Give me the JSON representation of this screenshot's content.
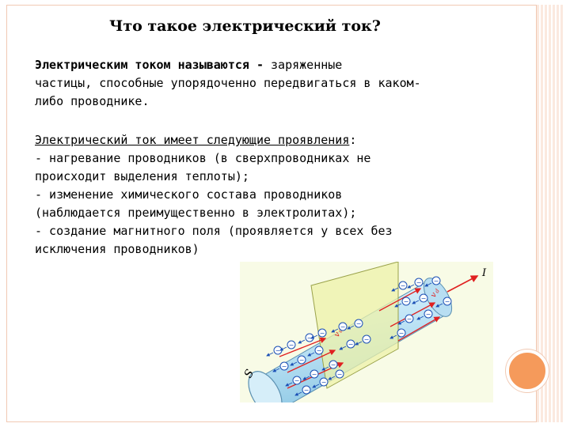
{
  "slide": {
    "title": "Что такое электрический ток?",
    "definition": {
      "term": "Электрическим током называются -",
      "rest_line1": " заряженные",
      "line2": "частицы, способные упорядоченно передвигаться в каком-",
      "line3": "либо проводнике."
    },
    "effects": {
      "intro": "Электрический ток имеет следующие проявления",
      "colon": ":",
      "lines": [
        "- нагревание проводников (в сверхпроводниках не",
        "происходит выделения теплоты);",
        "- изменение химического состава проводников",
        "(наблюдается преимущественно в электролитах);",
        "- создание магнитного поля (проявляется у всех без",
        "исключения проводников)"
      ]
    },
    "figure": {
      "current_label": "I",
      "area_label": "S",
      "velocity_label": "v",
      "velocity_sub": "d",
      "charge_symbol": "−"
    },
    "colors": {
      "accent": "#f59a5b",
      "frame": "#f1c9b3",
      "plane": "#eef2a8",
      "conductor": "#c9e9f8",
      "arrow": "#e02020",
      "charge": "#1a4fb5"
    }
  }
}
